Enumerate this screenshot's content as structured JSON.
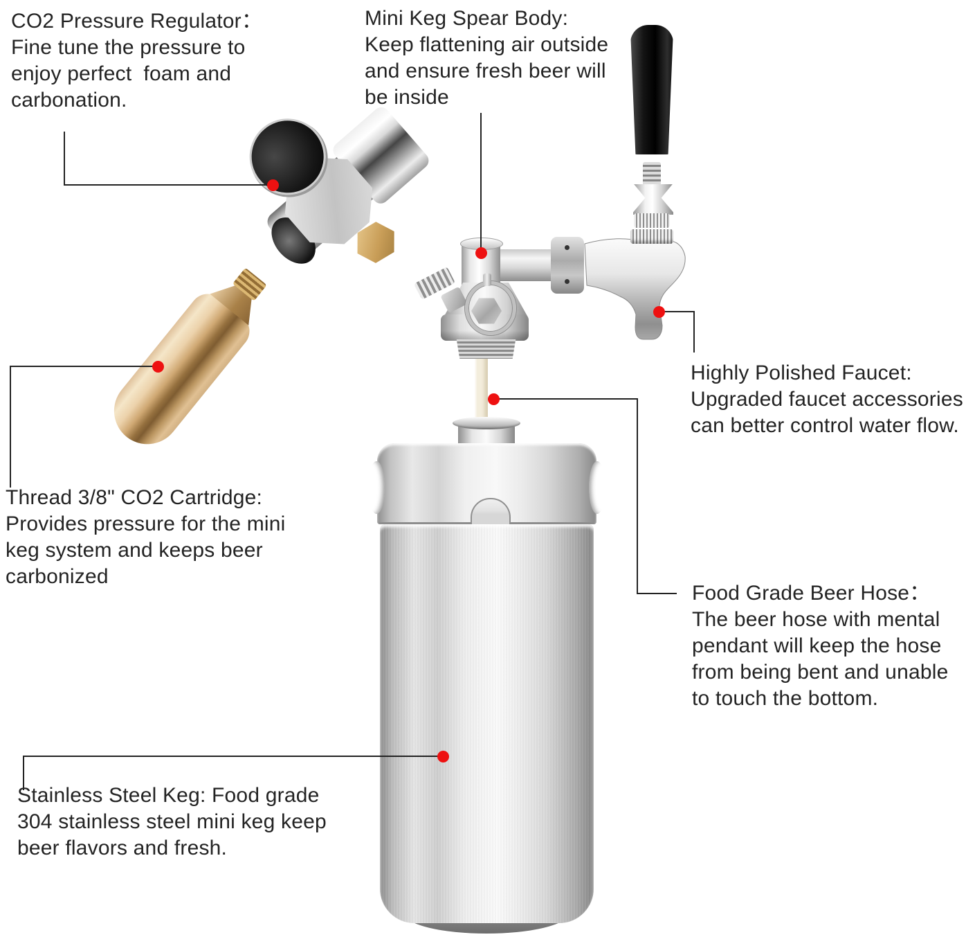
{
  "colors": {
    "background": "#ffffff",
    "marker": "#ee1111",
    "callout_line": "#222222",
    "text": "#232323"
  },
  "annotations": {
    "regulator": {
      "text": "CO2 Pressure Regulator：\nFine tune the pressure to\nenjoy perfect  foam and\ncarbonation."
    },
    "spear": {
      "text": "Mini Keg Spear Body:\nKeep flattening air outside\nand ensure fresh beer will\nbe inside"
    },
    "faucet": {
      "text": "Highly Polished Faucet:\nUpgraded faucet accessories\ncan better control water flow."
    },
    "cartridge": {
      "text": "Thread 3/8\" CO2 Cartridge:\nProvides pressure for the mini\nkeg system and keeps beer\ncarbonized"
    },
    "hose": {
      "text": "Food Grade Beer Hose：\nThe beer hose with mental\npendant will keep the hose\nfrom being bent and unable\nto touch the bottom."
    },
    "keg": {
      "text": "Stainless Steel Keg: Food grade\n304 stainless steel mini keg keep\nbeer flavors and fresh."
    }
  }
}
